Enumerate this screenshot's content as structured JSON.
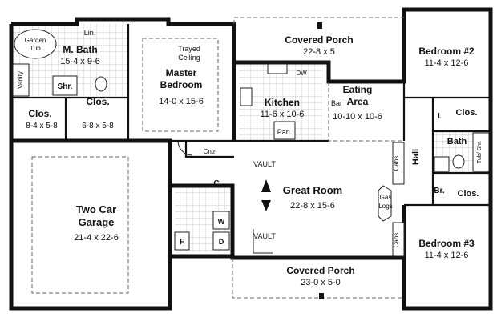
{
  "rooms": {
    "covered_porch_top": {
      "name": "Covered Porch",
      "dims": "22-8 x 5"
    },
    "bedroom2": {
      "name": "Bedroom #2",
      "dims": "11-4 x 12-6"
    },
    "mbath": {
      "name": "M. Bath",
      "dims": "15-4 x 9-6"
    },
    "master": {
      "name_line1": "Master",
      "name_line2": "Bedroom",
      "dims": "14-0 x 15-6"
    },
    "kitchen": {
      "name": "Kitchen",
      "dims": "11-6 x 10-6"
    },
    "eating": {
      "name_line1": "Eating",
      "name_line2": "Area",
      "dims": "10-10 x 10-6"
    },
    "clos1": {
      "name": "Clos.",
      "dims": "8-4 x 5-8"
    },
    "clos2": {
      "name": "Clos.",
      "dims": "6-8 x 5-8"
    },
    "garage": {
      "name_line1": "Two Car",
      "name_line2": "Garage",
      "dims": "21-4 x 22-6"
    },
    "great_room": {
      "name": "Great Room",
      "dims": "22-8 x 15-6"
    },
    "bedroom3": {
      "name": "Bedroom #3",
      "dims": "11-4 x 12-6"
    },
    "covered_porch_bottom": {
      "name": "Covered Porch",
      "dims": "23-0 x 5-0"
    }
  },
  "small_labels": {
    "garden_tub_1": "Garden",
    "garden_tub_2": "Tub",
    "lin": "Lin.",
    "vanity": "Vanity",
    "shr": "Shr.",
    "trayed_1": "Trayed",
    "trayed_2": "Ceiling",
    "dw": "DW",
    "bar": "Bar",
    "pan": "Pan.",
    "cntr": "Cntr.",
    "c": "C",
    "w": "W",
    "d": "D",
    "f": "F",
    "vault_top": "VAULT",
    "vault_bottom": "VAULT",
    "cabs_top": "Cabs",
    "cabs_bottom": "Cabs",
    "gas_1": "Gas",
    "gas_2": "Logs",
    "hall": "Hall",
    "clos_bed2": "Clos.",
    "l": "L",
    "bath": "Bath",
    "tub_shr": "Tub/ Shr.",
    "br": "Br.",
    "clos_bed3": "Clos."
  }
}
